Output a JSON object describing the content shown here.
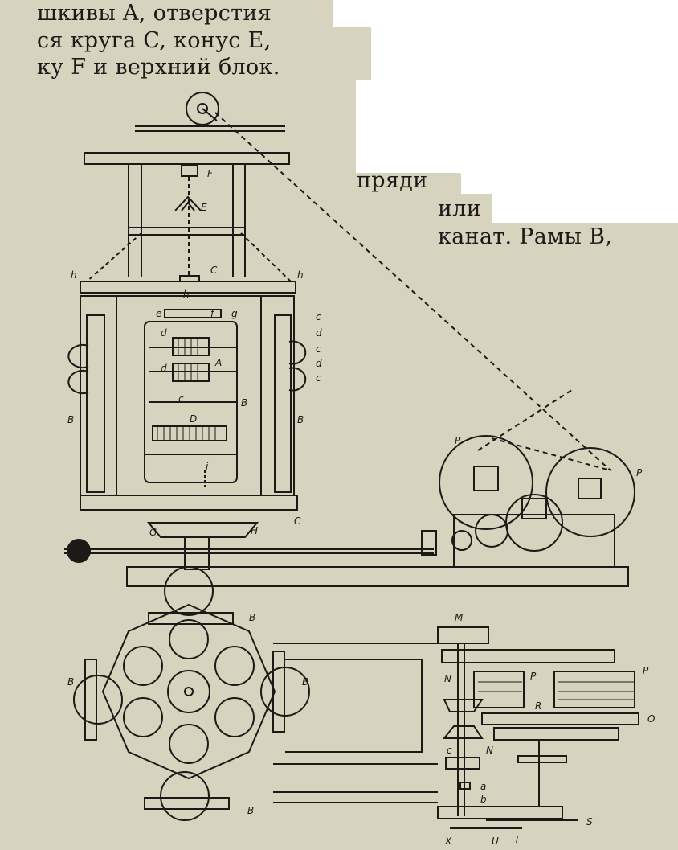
{
  "text": {
    "line1": "шкивы A, отверстия",
    "line2": "ся круга C, конус E,",
    "line3": "ку F и верхний блок.",
    "line4": "пряди",
    "line5": "или",
    "line6": "канат. Рамы B,"
  },
  "figure_labels": {
    "F": "F",
    "E": "E",
    "h": "h",
    "C": "C",
    "e": "e",
    "f": "f",
    "g": "g",
    "c": "c",
    "d": "d",
    "A": "A",
    "B": "B",
    "D": "D",
    "i": "i",
    "G": "G",
    "H": "H",
    "P": "P",
    "M": "M",
    "N": "N",
    "R": "R",
    "O": "O",
    "a": "a",
    "b": "b",
    "S": "S",
    "X": "X",
    "U": "U",
    "T": "T"
  }
}
